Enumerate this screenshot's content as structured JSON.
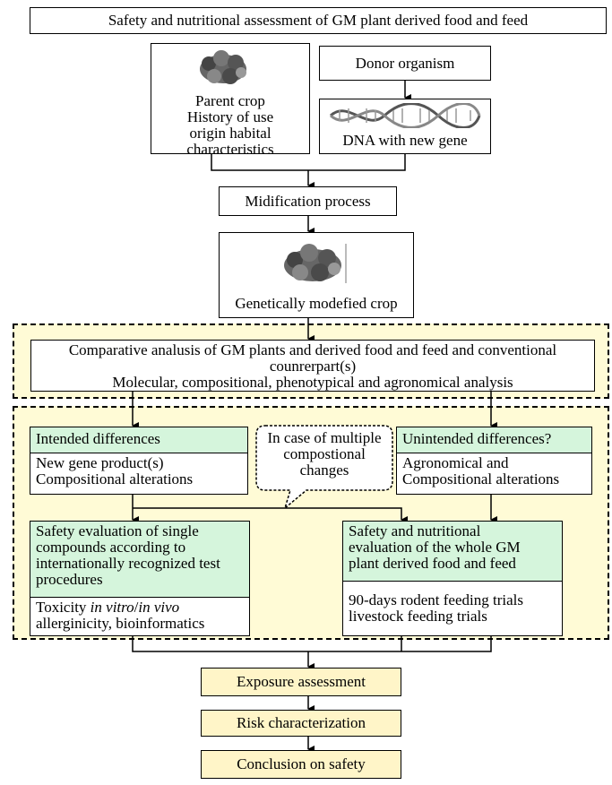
{
  "title": "Safety and nutritional assessment of GM plant derived food and feed",
  "parent_crop": {
    "lines": [
      "Parent crop",
      "History of use",
      "origin habital",
      "characteristics"
    ]
  },
  "donor_organism": "Donor organism",
  "dna_box": "DNA with new gene",
  "modification_process": "Midification process",
  "gm_crop": "Genetically modefied crop",
  "comparative": {
    "line1": "Comparative analusis of GM plants and derived food and feed and conventional",
    "line2": "counrerpart(s)",
    "line3": "Molecular, compositional, phenotypical and agronomical analysis"
  },
  "intended": {
    "header": "Intended differences",
    "line1": "New gene product(s)",
    "line2": "Compositional alterations"
  },
  "bubble": {
    "line1": "In case of multiple",
    "line2": "compostional",
    "line3": "changes"
  },
  "unintended": {
    "header": "Unintended differences?",
    "line1": "Agronomical and",
    "line2": "Compositional alterations"
  },
  "single_compounds": {
    "header_lines": [
      "Safety evaluation of single",
      "compounds according to",
      "internationally recognized test",
      "procedures"
    ],
    "line1_pre": "Toxicity ",
    "line1_italic1": "in vitro",
    "line1_sep": "/",
    "line1_italic2": "in vivo",
    "line2": "allerginicity, bioinformatics"
  },
  "whole_plant": {
    "header_lines": [
      "Safety and nutritional",
      "evaluation of the whole GM",
      "plant derived food and feed"
    ],
    "line1": "90-days rodent feeding trials",
    "line2": "livestock feeding trials"
  },
  "exposure": "Exposure assessment",
  "risk": "Risk characterization",
  "conclusion": "Conclusion on safety",
  "colors": {
    "panel_fill": "#fffbd6",
    "green_fill": "#d5f5dc",
    "bottom_fill": "#fff5c8"
  }
}
